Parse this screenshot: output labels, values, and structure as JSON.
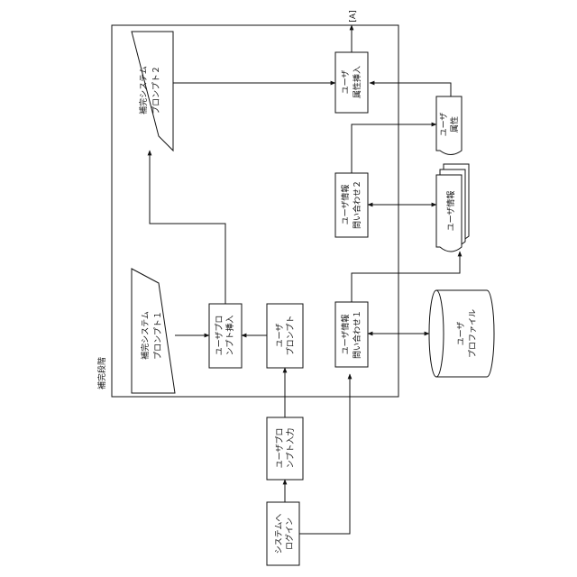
{
  "labels": {
    "stage": "補完段階",
    "continuation": "[A]",
    "login": [
      "システムへ",
      "ログイン"
    ],
    "prompt_input": [
      "ユーザプロ",
      "ンプト入力"
    ],
    "user_prompt": [
      "ユーザ",
      "プロンプト"
    ],
    "prompt_insert": [
      "ユーザプロ",
      "ンプト挿入"
    ],
    "sys_prompt1": [
      "補完システム",
      "プロンプト１"
    ],
    "sys_prompt2": [
      "補完システム",
      "プロンプト２"
    ],
    "query1": [
      "ユーザ情報",
      "問い合わせ１"
    ],
    "query2": [
      "ユーザ情報",
      "問い合わせ２"
    ],
    "attr_insert": [
      "ユーザ",
      "属性挿入"
    ],
    "profile_db": [
      "ユーザ",
      "プロファイル"
    ],
    "user_info": "ユーザ情報",
    "user_attr": [
      "ユーザ",
      "属性"
    ]
  }
}
